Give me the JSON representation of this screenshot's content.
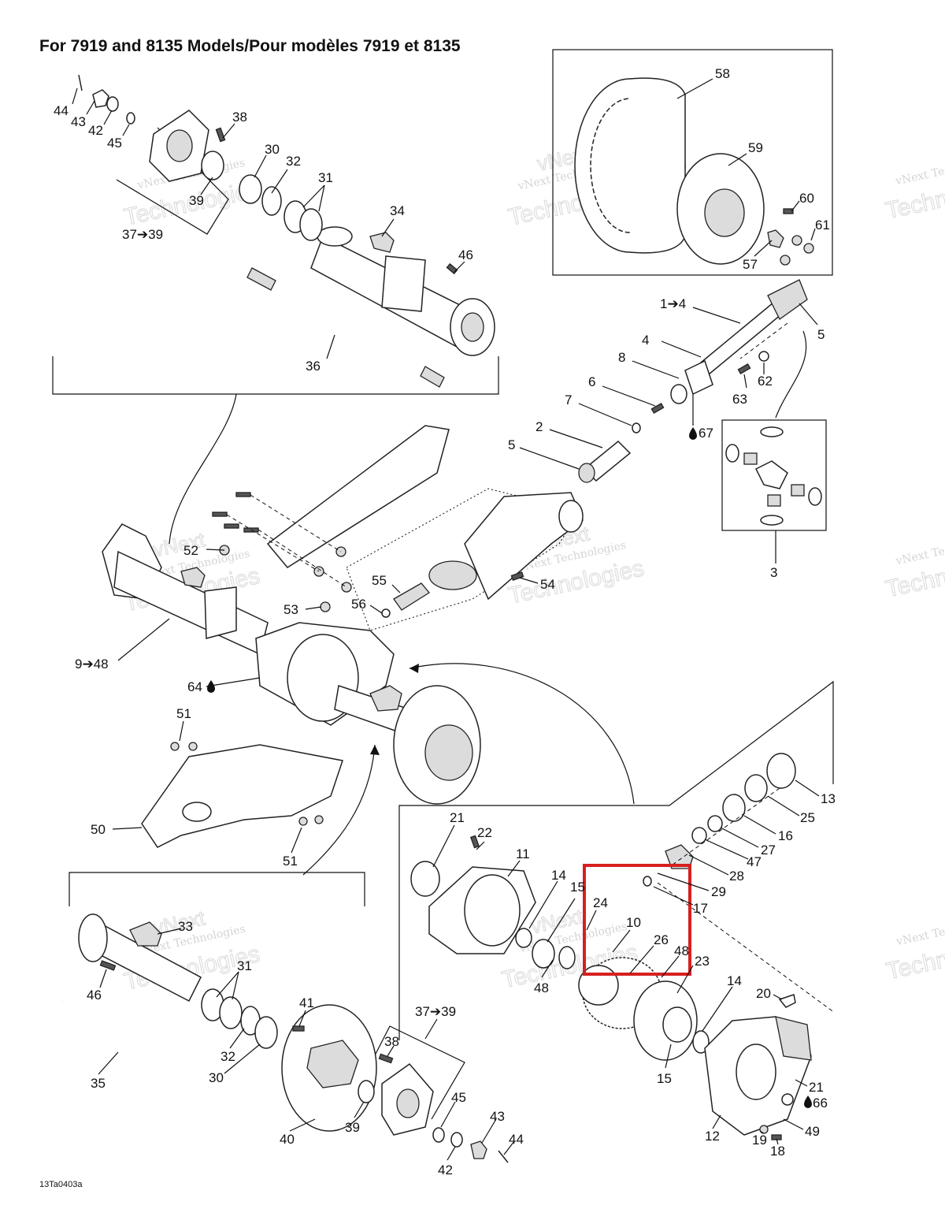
{
  "title": "For 7919 and 8135 Models/Pour modèles 7919 et 8135",
  "figure_code": "13Ta0403a",
  "watermark": {
    "line1": "vNext Technologies",
    "line2": "vNext",
    "line3": "Technologies"
  },
  "highlight_color": "#d62020",
  "callouts": {
    "c44a": "44",
    "c43a": "43",
    "c42a": "42",
    "c45a": "45",
    "c38a": "38",
    "c30a": "30",
    "c32a": "32",
    "c39a": "39",
    "c31a": "31",
    "c3739a": "37➔39",
    "c34": "34",
    "c46a": "46",
    "c36": "36",
    "c58": "58",
    "c59": "59",
    "c60": "60",
    "c61": "61",
    "c57": "57",
    "c14": "1➔4",
    "c5a": "5",
    "c4": "4",
    "c8": "8",
    "c63": "63",
    "c62": "62",
    "c6": "6",
    "c7": "7",
    "c67": "67",
    "c2": "2",
    "c5b": "5",
    "c3": "3",
    "c52": "52",
    "c55": "55",
    "c54": "54",
    "c53": "53",
    "c56": "56",
    "c948": "9➔48",
    "c64": "64",
    "c51a": "51",
    "c50": "50",
    "c51b": "51",
    "c13": "13",
    "c25": "25",
    "c16": "16",
    "c27": "27",
    "c47": "47",
    "c28": "28",
    "c29": "29",
    "c17": "17",
    "c21a": "21",
    "c22": "22",
    "c11": "11",
    "c14b": "14",
    "c15a": "15",
    "c24": "24",
    "c10": "10",
    "c26": "26",
    "c48a": "48",
    "c23": "23",
    "c48b": "48",
    "c14c": "14",
    "c20": "20",
    "c15b": "15",
    "c21b": "21",
    "c66": "66",
    "c12": "12",
    "c19": "19",
    "c18": "18",
    "c49": "49",
    "c33": "33",
    "c31b": "31",
    "c46b": "46",
    "c32b": "32",
    "c30b": "30",
    "c35": "35",
    "c41": "41",
    "c3739b": "37➔39",
    "c38b": "38",
    "c45b": "45",
    "c43b": "43",
    "c44b": "44",
    "c39b": "39",
    "c40": "40",
    "c42b": "42"
  }
}
